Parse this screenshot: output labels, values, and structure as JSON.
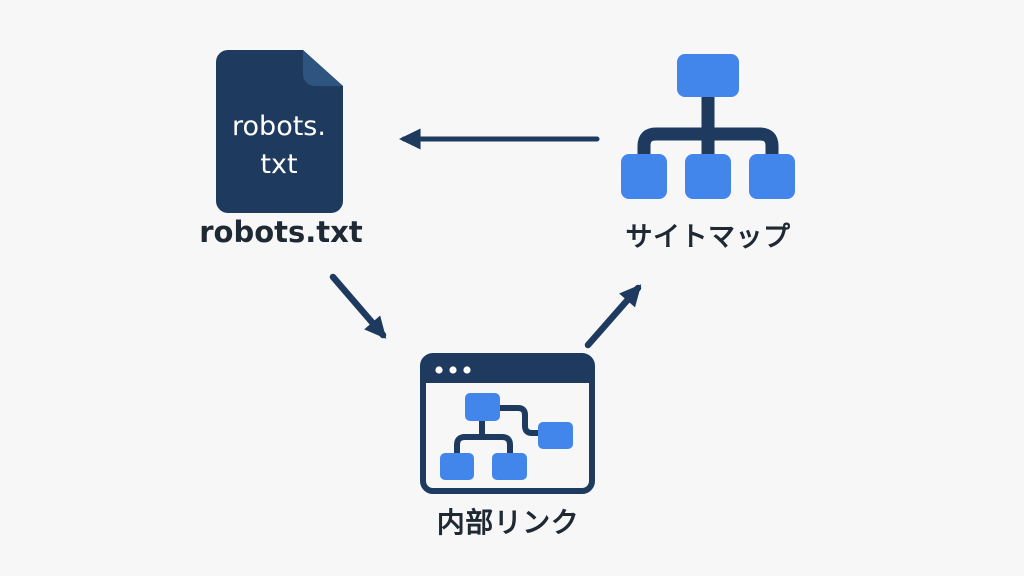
{
  "title": "robots.txt / sitemap / internal links relationship diagram",
  "colors": {
    "bg": "#f7f7f8",
    "navy": "#1e3a5e",
    "fold": "#2e5480",
    "blue": "#4285eb",
    "white": "#ffffff",
    "label": "#1f2933"
  },
  "nodes": {
    "robots_file": {
      "icon": "document-icon",
      "doc_line1": "robots.",
      "doc_line2": "txt",
      "label": "robots.txt"
    },
    "sitemap": {
      "icon": "sitemap-tree-icon",
      "label": "サイトマップ"
    },
    "internal_links": {
      "icon": "browser-window-icon",
      "label": "内部リンク"
    }
  },
  "arrows": [
    {
      "name": "arrow-sitemap-to-robots",
      "from": "sitemap",
      "to": "robots_file",
      "direction": "left"
    },
    {
      "name": "arrow-robots-to-internal-links",
      "from": "robots_file",
      "to": "internal_links",
      "direction": "down-right"
    },
    {
      "name": "arrow-internal-links-to-sitemap",
      "from": "internal_links",
      "to": "sitemap",
      "direction": "up-right"
    }
  ]
}
